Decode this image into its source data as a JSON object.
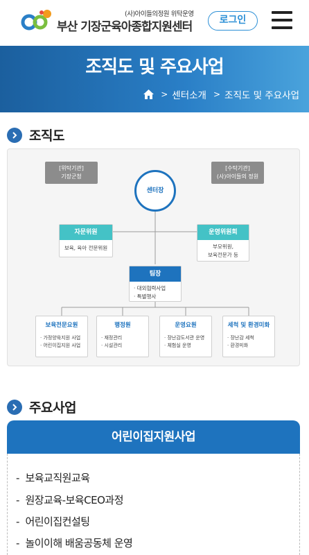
{
  "header": {
    "logo_sub": "(사)아이들의정원 위탁운영",
    "logo_title": "부산 기장군육아종합지원센터",
    "login_label": "로그인",
    "menu_icon": "hamburger-icon"
  },
  "banner": {
    "title": "조직도 및 주요사업",
    "breadcrumb": [
      "센터소개",
      "조직도 및 주요사업"
    ]
  },
  "org_section": {
    "title": "조직도",
    "left_agency": [
      "[위탁기관]",
      "기장군청"
    ],
    "right_agency": [
      "[수탁기관]",
      "(사)아이들의 정원"
    ],
    "center": "센터장",
    "advisory": {
      "title": "자문위원",
      "body": [
        "보육, 육아 전문위원"
      ]
    },
    "operating": {
      "title": "운영위원회",
      "body": [
        "부모위원,",
        "보육전문가 등"
      ]
    },
    "team_lead": {
      "title": "팀장",
      "body": [
        "· 대외협력사업",
        "· 특별행사"
      ]
    },
    "departments": [
      {
        "title": "보육전문요원",
        "body": [
          "· 가정양육지원 사업",
          "· 어린이집지원 사업"
        ]
      },
      {
        "title": "행정원",
        "body": [
          "· 재정관리",
          "· 시설관리"
        ]
      },
      {
        "title": "운영요원",
        "body": [
          "· 장난감도서관 운영",
          "· 체험실 운영"
        ]
      },
      {
        "title": "세척 및 환경미화",
        "body": [
          "· 장난감 세척",
          "· 환경미화"
        ]
      }
    ]
  },
  "programs_section": {
    "title": "주요사업",
    "card_title": "어린이집지원사업",
    "items": [
      "보육교직원교육",
      "원장교육-보육CEO과정",
      "어린이집컨설팅",
      "놀이이해 배움공동체 운영"
    ]
  },
  "colors": {
    "primary": "#1e73be",
    "teal": "#44c2c6",
    "gray": "#8c8c8c"
  }
}
